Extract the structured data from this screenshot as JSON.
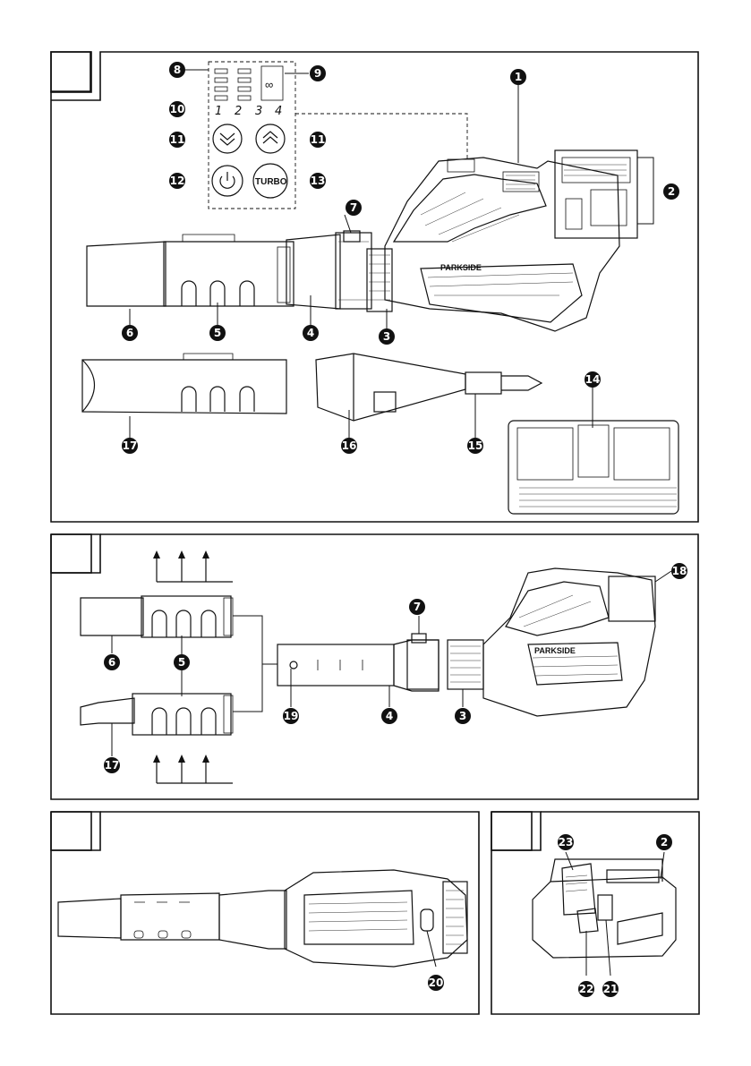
{
  "figure_a": {
    "badges": [
      "1",
      "2",
      "3",
      "4",
      "5",
      "6",
      "7",
      "8",
      "9",
      "10",
      "11",
      "11",
      "12",
      "13",
      "3",
      "4",
      "5",
      "6",
      "14",
      "15",
      "16",
      "17"
    ],
    "speed_digits": [
      "1",
      "2",
      "3",
      "4"
    ],
    "turbo_label": "TURBO",
    "brand": "PARKSIDE"
  },
  "figure_b": {
    "badges": [
      "18",
      "7",
      "6",
      "5",
      "19",
      "4",
      "3",
      "17"
    ],
    "brand": "PARKSIDE"
  },
  "figure_c": {
    "badges": [
      "20"
    ]
  },
  "figure_d": {
    "badges": [
      "23",
      "2",
      "22",
      "21"
    ]
  }
}
